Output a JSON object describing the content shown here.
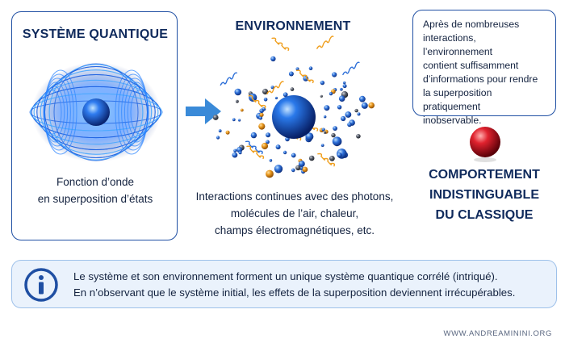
{
  "quantum": {
    "title": "SYSTÈME QUANTIQUE",
    "caption_line1": "Fonction d’onde",
    "caption_line2": "en superposition d’états"
  },
  "environment": {
    "title": "ENVIRONNEMENT",
    "caption_line1": "Interactions continues avec des photons,",
    "caption_line2": "molécules de l’air, chaleur,",
    "caption_line3": "champs électromagnétiques, etc."
  },
  "note": {
    "line1": "Après de nombreuses",
    "line2": "interactions, l’environnement",
    "line3": "contient suffisamment",
    "line4": "d’informations pour rendre",
    "line5": "la superposition pratiquement",
    "line6": "inobservable."
  },
  "classic": {
    "line1": "COMPORTEMENT",
    "line2": "INDISTINGUABLE",
    "line3": "DU CLASSIQUE"
  },
  "info": {
    "icon": "info-icon",
    "line1": "Le système et son environnement forment un unique système quantique corrélé (intriqué).",
    "line2": "En n’observant que le système initial, les effets de la superposition deviennent irrécupérables."
  },
  "footer": {
    "text": "WWW.ANDREAMININI.ORG"
  },
  "colors": {
    "primary_blue": "#1f4fa3",
    "wave_blue": "#1e73ff",
    "particle_orange": "#f0a020",
    "classic_red": "#c8101e",
    "info_background": "#eaf2fc"
  }
}
